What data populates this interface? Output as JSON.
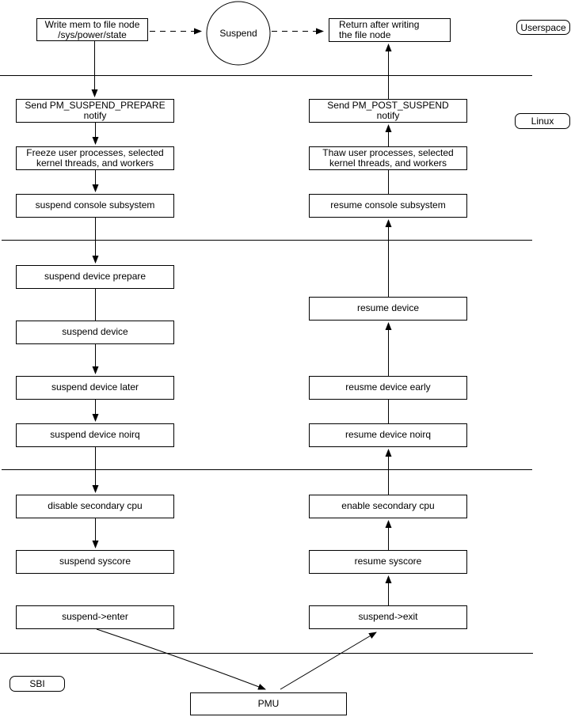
{
  "zones": {
    "userspace": "Userspace",
    "linux": "Linux",
    "sbi": "SBI"
  },
  "userspace_flow": {
    "write_box": "Write mem to file node\n/sys/power/state",
    "suspend_circle": "Suspend",
    "return_box": "Return after writing\nthe file node"
  },
  "suspend_path": [
    {
      "label": "Send PM_SUSPEND_PREPARE\nnotify"
    },
    {
      "label": "Freeze user processes, selected\nkernel threads, and workers"
    },
    {
      "label": "suspend console subsystem"
    },
    {
      "label": "suspend device prepare"
    },
    {
      "label": "suspend device"
    },
    {
      "label": "suspend device later"
    },
    {
      "label": "suspend device noirq"
    },
    {
      "label": "disable secondary cpu"
    },
    {
      "label": "suspend syscore"
    },
    {
      "label": "suspend->enter"
    }
  ],
  "resume_path": [
    {
      "label": "Send PM_POST_SUSPEND\nnotify"
    },
    {
      "label": "Thaw user processes, selected\nkernel threads, and workers"
    },
    {
      "label": "resume console subsystem"
    },
    {
      "label": "resume device"
    },
    {
      "label": "reusme device early"
    },
    {
      "label": "resume device noirq"
    },
    {
      "label": "enable secondary cpu"
    },
    {
      "label": "resume syscore"
    },
    {
      "label": "suspend->exit"
    }
  ],
  "sbi_flow": {
    "pmu_box": "PMU"
  },
  "colors": {
    "line": "#000000",
    "background": "#ffffff",
    "node_fill": "#ffffff",
    "text": "#000000"
  }
}
